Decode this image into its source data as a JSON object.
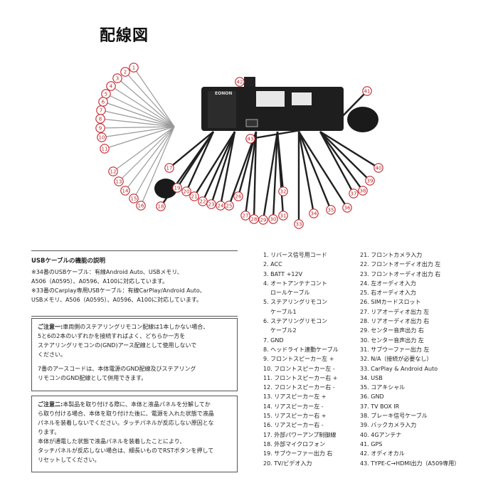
{
  "page": {
    "title": "配線図"
  },
  "diagram": {
    "brand": "EONON",
    "callouts": [
      "1",
      "2",
      "3",
      "4",
      "5",
      "6",
      "7",
      "8",
      "9",
      "10",
      "11",
      "12",
      "13",
      "14",
      "15",
      "16",
      "17",
      "18",
      "19",
      "20",
      "21",
      "22",
      "23",
      "24",
      "25",
      "26",
      "27",
      "28",
      "29",
      "30",
      "31",
      "32",
      "33",
      "34",
      "35",
      "36",
      "37",
      "38",
      "39",
      "40",
      "41",
      "42",
      "43"
    ],
    "colors": {
      "callout": "#c0262d",
      "unit": "#1e1e1e",
      "cable": "#202020"
    }
  },
  "usb_panel": {
    "title": "USBケーブルの機能の説明",
    "lines": [
      "※34番のUSBケーブル：有線Android Auto、USBメモリ、",
      "A506（A0595）、A0596、A100に対応しています。",
      "※33番のCarplay専用USBケーブル：有線CarPlay/Android Auto、",
      "USBメモリ、A506（A0595）、A0596、A100に対応しています。"
    ]
  },
  "note1": {
    "label": "ご注意一:",
    "lines": [
      "車両側のステアリングリモコン配線は1本しかない場合、",
      "5と6の2本のいずれかを接続すればよく、どちらか一方を",
      "ステアリングリモコンの(GND)アース配線として使用しないで",
      "ください。"
    ],
    "lines2": [
      "7番のアースコードは、本体電源のGND配線及びステアリング",
      "リモコンのGND配線として併用できます。"
    ]
  },
  "note2": {
    "label": "ご注意二:",
    "lines": [
      "本製品を取り付ける際に、本体と液晶パネルを分解してか",
      "ら取り付ける場合、本体を取り付けた後に、電源を入れた状態で液晶",
      "パネルを装着しないでください。タッチパネルが反応しない原因とな",
      "ります。",
      "本体が通電した状態で液晶パネルを装着したことにより、",
      "タッチパネルが反応しない場合は、細長いものでRSTボタンを押して",
      "リセットしてください。"
    ]
  },
  "list1": [
    {
      "t": "1. リバース信号用コード"
    },
    {
      "t": "2. ACC"
    },
    {
      "t": "3. BATT +12V"
    },
    {
      "t": "4. オートアンテナコント"
    },
    {
      "t": "ロールケーブル",
      "indent": true
    },
    {
      "t": "5. ステアリングリモコン"
    },
    {
      "t": "ケーブル1",
      "indent": true
    },
    {
      "t": "6. ステアリングリモコン"
    },
    {
      "t": "ケーブル2",
      "indent": true
    },
    {
      "t": "7. GND"
    },
    {
      "t": "8. ヘッドライト連動ケーブル"
    },
    {
      "t": "9. フロントスピーカー左 +"
    },
    {
      "t": "10. フロントスピーカー左 -"
    },
    {
      "t": "11. フロントスピーカー右 +"
    },
    {
      "t": "12. フロントスピーカー右 -"
    },
    {
      "t": "13. リアスピーカー左 +"
    },
    {
      "t": "14. リアスピーカー左 -"
    },
    {
      "t": "15. リアスピーカー右 +"
    },
    {
      "t": "16. リアスピーカー右 -"
    },
    {
      "t": "17. 外部パワーアンプ制御線"
    },
    {
      "t": "18. 外部マイクロフォン"
    },
    {
      "t": "19. サブウーファー出力 右"
    },
    {
      "t": "20. TV/ビデオ入力"
    }
  ],
  "list2": [
    "21. フロントカメラ入力",
    "22. フロントオーディオ出力 左",
    "23. フロントオーディオ出力 右",
    "24. 左オーディオ入力",
    "25. 右オーディオ入力",
    "26. SIMカードスロット",
    "27. リアオーディオ出力 左",
    "28. リアオーディオ出力 右",
    "29. センター音声出力 右",
    "30. センター音声出力 左",
    "31. サブウーファー出力 左",
    "32. N/A（接続が必要なし）",
    "33. CarPlay & Android Auto",
    "34. USB",
    "35. コアキシャル",
    "36. GND",
    "37. TV BOX IR",
    "38. ブレーキ信号ケーブル",
    "39. バックカメラ入力",
    "40. 4Gアンテナ",
    "41. GPS",
    "42. オディオカル",
    "43. TYPE-C→HDMI出力（A509専用）"
  ]
}
